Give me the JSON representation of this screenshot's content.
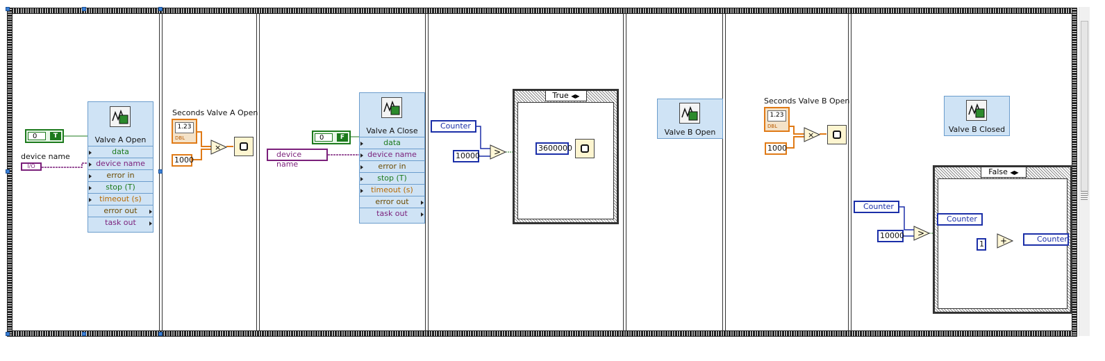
{
  "frame1": {
    "device_name_label": "device name",
    "io_text": "I/O",
    "bool_value": "0",
    "bool_letter": "T",
    "express_vi": {
      "title": "Valve A Open",
      "terminals": [
        "data",
        "device name",
        "error in",
        "stop (T)",
        "timeout (s)",
        "error out",
        "task out"
      ]
    }
  },
  "frame2": {
    "control_label": "Seconds Valve A Open",
    "control_value": "1.23",
    "control_type": "DBL",
    "const": "1000",
    "multiply": "×"
  },
  "frame3": {
    "bool_value": "0",
    "bool_letter": "F",
    "local_var": "device name",
    "express_vi": {
      "title": "Valve A Close",
      "terminals": [
        "data",
        "device name",
        "error in",
        "stop (T)",
        "timeout (s)",
        "error out",
        "task out"
      ]
    }
  },
  "frame4": {
    "local_var": "Counter",
    "const": "10000",
    "compare": ">",
    "case_selector": "True",
    "wait_const": "3600000"
  },
  "frame5": {
    "express_vi_title": "Valve B Open"
  },
  "frame6": {
    "control_label": "Seconds Valve B Open",
    "control_value": "1.23",
    "control_type": "DBL",
    "const": "1000",
    "multiply": "×"
  },
  "frame7": {
    "express_vi_title": "Valve B Closed",
    "local_var": "Counter",
    "const": "10000",
    "compare": ">",
    "case_selector": "False",
    "inner_local_var": "Counter",
    "inner_const": "1",
    "add": "+",
    "out_local_var": "Counter"
  },
  "colors": {
    "express_vi_bg": "#cfe3f5",
    "int_wire": "#1b2fa8",
    "dbl_wire": "#e07a16",
    "bool_wire": "#1c7a1c",
    "io_wire": "#7a1f7a"
  }
}
